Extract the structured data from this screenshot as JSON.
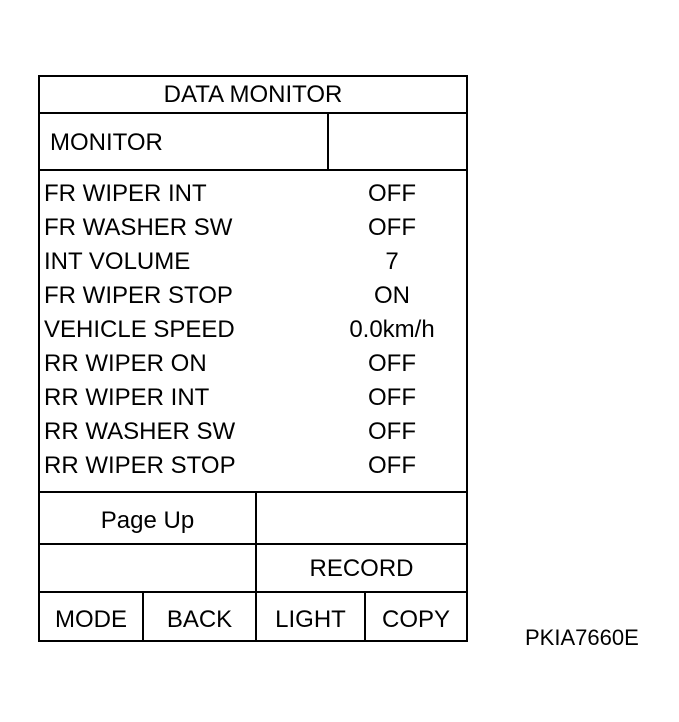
{
  "screen": {
    "title": "DATA MONITOR",
    "monitor_label": "MONITOR",
    "monitor_value": "",
    "items": [
      {
        "name": "FR WIPER INT",
        "value": "OFF"
      },
      {
        "name": "FR WASHER SW",
        "value": "OFF"
      },
      {
        "name": "INT VOLUME",
        "value": "7"
      },
      {
        "name": "FR WIPER STOP",
        "value": "ON"
      },
      {
        "name": "VEHICLE SPEED",
        "value": "0.0km/h"
      },
      {
        "name": "RR WIPER ON",
        "value": "OFF"
      },
      {
        "name": "RR WIPER INT",
        "value": "OFF"
      },
      {
        "name": "RR WASHER SW",
        "value": "OFF"
      },
      {
        "name": "RR WIPER STOP",
        "value": "OFF"
      }
    ],
    "buttons": {
      "page_up": "Page Up",
      "record": "RECORD",
      "mode": "MODE",
      "back": "BACK",
      "light": "LIGHT",
      "copy": "COPY"
    }
  },
  "caption": "PKIA7660E"
}
